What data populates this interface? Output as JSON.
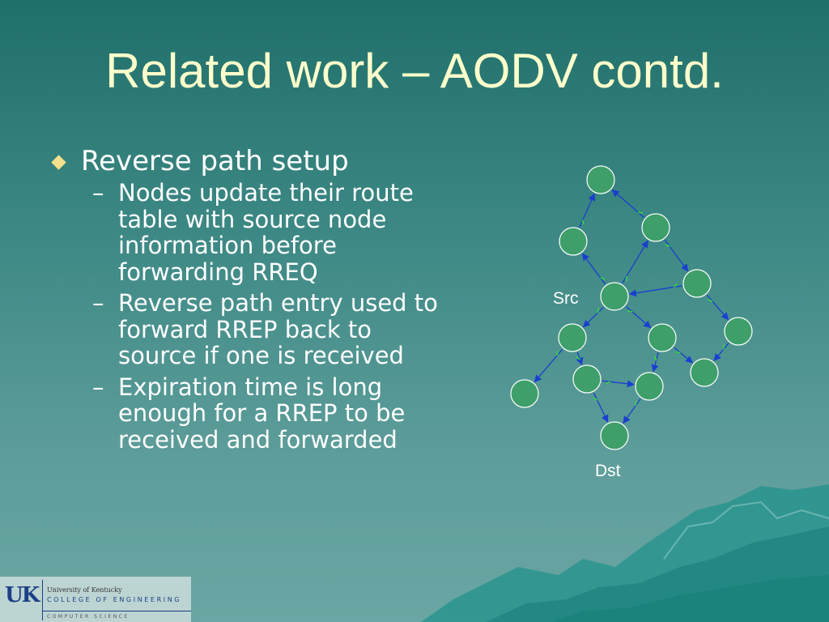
{
  "slide": {
    "title": "Related work – AODV contd.",
    "bullet": "Reverse path setup",
    "subbullets": [
      "Nodes update their route table with source node information before forwarding RREQ",
      "Reverse path entry used to forward RREP back to source if one is received",
      "Expiration time is long enough for a RREP to be received and forwarded"
    ],
    "dash": "–"
  },
  "diagram": {
    "labels": {
      "src": "Src",
      "dst": "Dst"
    },
    "colors": {
      "node_fill": "#3f9f6a",
      "node_stroke": "#ffffff",
      "forward_edge": "#1a3fd0",
      "reverse_tick": "#33dd33"
    }
  },
  "logo": {
    "mark": "UK",
    "university": "University of Kentucky",
    "college": "COLLEGE OF ENGINEERING",
    "department": "COMPUTER SCIENCE"
  }
}
